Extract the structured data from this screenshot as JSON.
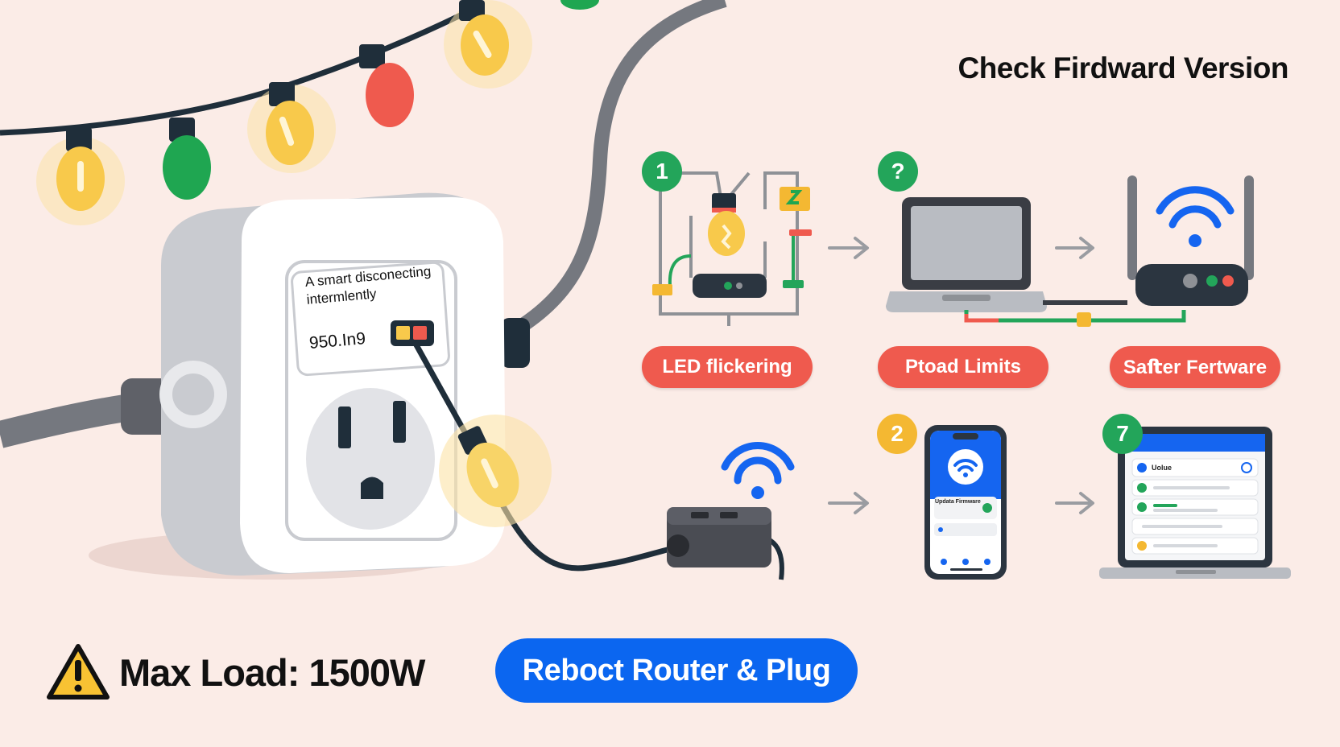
{
  "title": "Check Firdward Version",
  "plug": {
    "label": "A smart disconecting intermlently",
    "code": "950.In9"
  },
  "steps": [
    {
      "badge": "1",
      "badge_color": "#23a55a",
      "label": "LED flickering",
      "icon": "circuit-bulb-icon"
    },
    {
      "badge": "?",
      "badge_color": "#23a55a",
      "label": "Ptoad Limits",
      "icon": "laptop-icon"
    },
    {
      "label": "Saﬅer Fertware",
      "icon": "router-icon"
    },
    {
      "badge": "2",
      "badge_color": "#f4b832",
      "icon": "phone-app-icon"
    },
    {
      "badge": "7",
      "badge_color": "#23a55a",
      "icon": "laptop-app-icon"
    }
  ],
  "phone_screen": {
    "card_title": "Updata Firmware"
  },
  "laptop_screen": {
    "row_title": "Uolue"
  },
  "warning": {
    "text": "Max Load: 1500W",
    "icon": "warning-triangle-icon"
  },
  "action_button": {
    "label": "Reboct Router & Plug"
  },
  "colors": {
    "background": "#fbece7",
    "pill_red": "#ef5a4e",
    "action_blue": "#0b66f0",
    "badge_green": "#23a55a",
    "badge_yellow": "#f4b832",
    "wifi_blue": "#1565f0"
  }
}
